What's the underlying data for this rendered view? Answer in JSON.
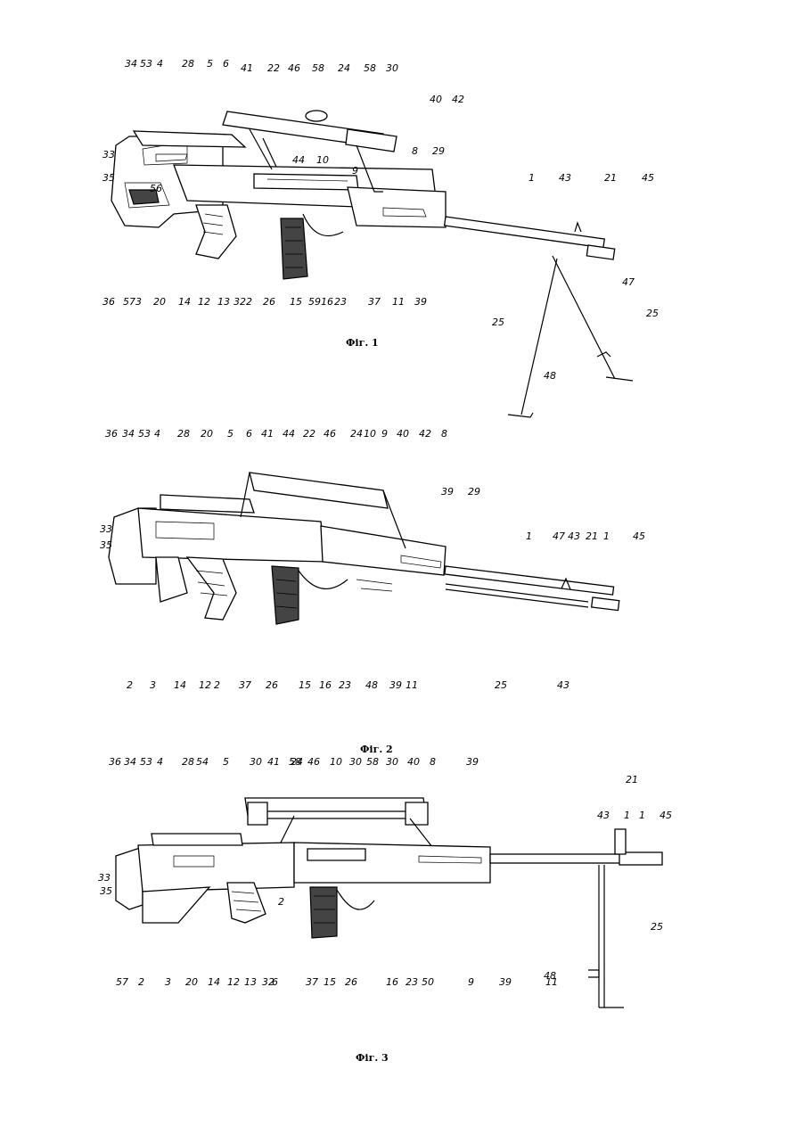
{
  "figures": [
    {
      "caption": "Фіг. 1",
      "labels": [
        "34",
        "53",
        "4",
        "28",
        "5",
        "6",
        "41",
        "22",
        "46",
        "58",
        "24",
        "58",
        "30",
        "40",
        "42",
        "33",
        "44",
        "10",
        "9",
        "8",
        "29",
        "1",
        "43",
        "21",
        "45",
        "35",
        "56",
        "47",
        "36",
        "57",
        "3",
        "20",
        "14",
        "12",
        "13",
        "32",
        "2",
        "26",
        "15",
        "59",
        "16",
        "23",
        "37",
        "11",
        "39",
        "25",
        "25",
        "48"
      ]
    },
    {
      "caption": "Фіг. 2",
      "labels": [
        "36",
        "34",
        "53",
        "4",
        "28",
        "20",
        "5",
        "6",
        "41",
        "44",
        "22",
        "46",
        "24",
        "10",
        "9",
        "40",
        "42",
        "8",
        "39",
        "29",
        "1",
        "47",
        "43",
        "21",
        "1",
        "45",
        "33",
        "35",
        "2",
        "3",
        "14",
        "12",
        "2",
        "37",
        "26",
        "15",
        "16",
        "23",
        "48",
        "39",
        "11",
        "25",
        "43"
      ]
    },
    {
      "caption": "Фіг. 3",
      "labels": [
        "36",
        "34",
        "53",
        "4",
        "28",
        "54",
        "5",
        "30",
        "41",
        "58",
        "46",
        "10",
        "30",
        "58",
        "30",
        "40",
        "8",
        "39",
        "21",
        "1",
        "43",
        "1",
        "45",
        "24",
        "33",
        "2",
        "35",
        "25",
        "57",
        "2",
        "3",
        "20",
        "14",
        "12",
        "13",
        "32",
        "6",
        "37",
        "15",
        "26",
        "16",
        "23",
        "50",
        "9",
        "39",
        "11",
        "48"
      ]
    }
  ]
}
